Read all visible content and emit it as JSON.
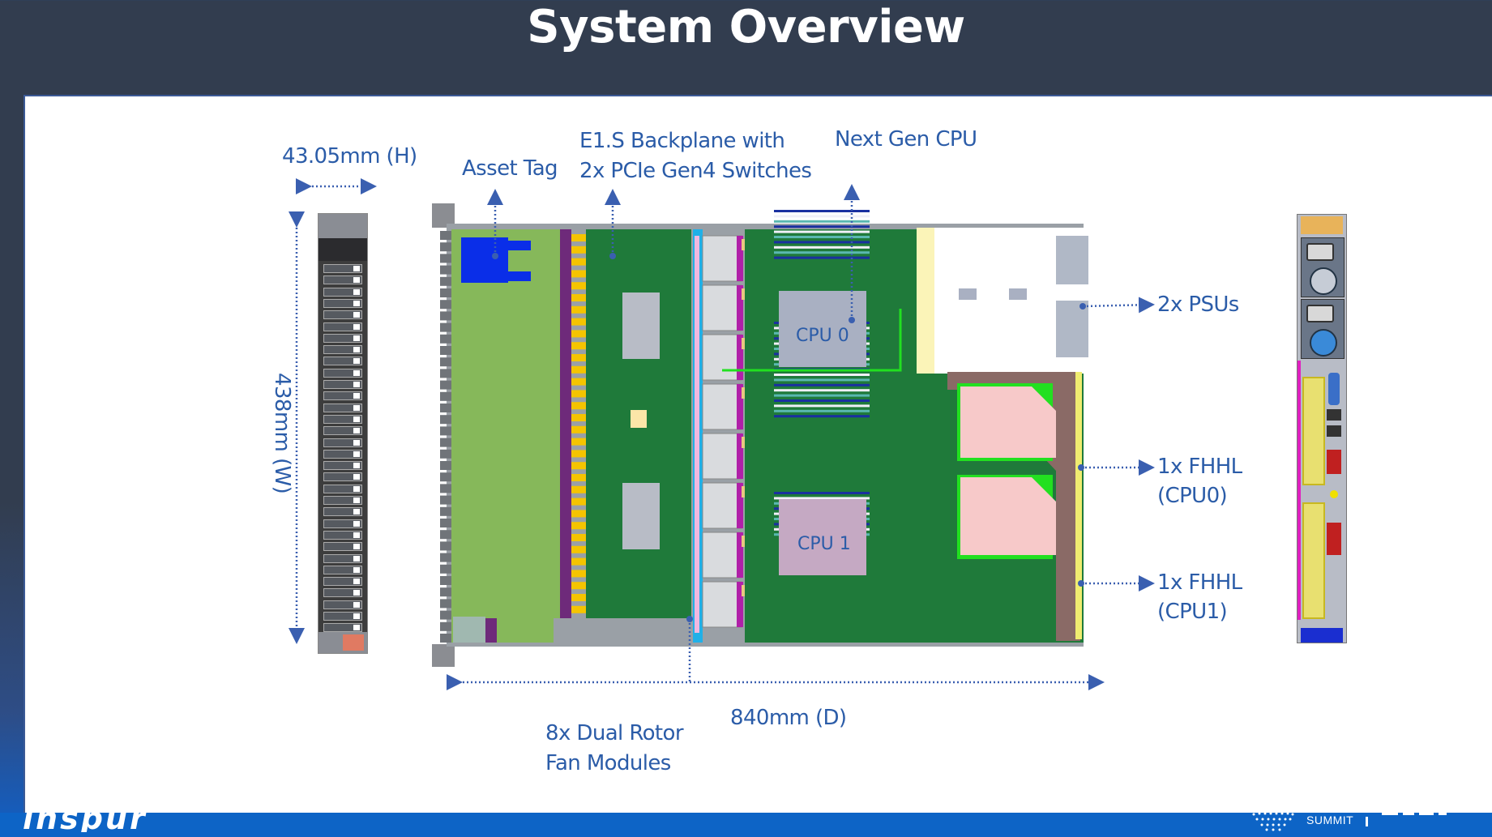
{
  "slide": {
    "title": "System Overview",
    "footer": {
      "logo_text": "inspur",
      "event_text": "SUMMIT"
    }
  },
  "annotations": {
    "height": "43.05mm (H)",
    "width": "438mm (W)",
    "depth": "840mm (D)",
    "asset_tag": "Asset Tag",
    "backplane_line1": "E1.S Backplane with",
    "backplane_line2": "2x PCIe Gen4 Switches",
    "next_gen_cpu": "Next Gen CPU",
    "psus": "2x PSUs",
    "fhhl_cpu0_line1": "1x FHHL",
    "fhhl_cpu0_line2": "(CPU0)",
    "fhhl_cpu1_line1": "1x FHHL",
    "fhhl_cpu1_line2": "(CPU1)",
    "fans_line1": "8x Dual Rotor",
    "fans_line2": "Fan Modules"
  },
  "board": {
    "cpu0_label": "CPU 0",
    "cpu1_label": "CPU 1"
  },
  "components": {
    "e1s_drive_count": 32,
    "fan_module_count": 8,
    "dimm_banks": 4,
    "psu_count": 2,
    "fhhl_slots": 2
  },
  "colors": {
    "header_bg": "#323d4f",
    "footer_bg": "#0d64c6",
    "label_text": "#2b5ca8",
    "pcb_green": "#1f7a3a",
    "backplane_green": "#86b85a",
    "asset_tag_blue": "#0a2ee8",
    "connector_gold": "#f5c400",
    "riser_brown": "#8a6a66",
    "riser_card_pink": "#f7c9c9",
    "psu_yellow": "#fbf4b8",
    "cpu0_gray": "#a9b0c2",
    "cpu1_mauve": "#c5a9c3"
  }
}
